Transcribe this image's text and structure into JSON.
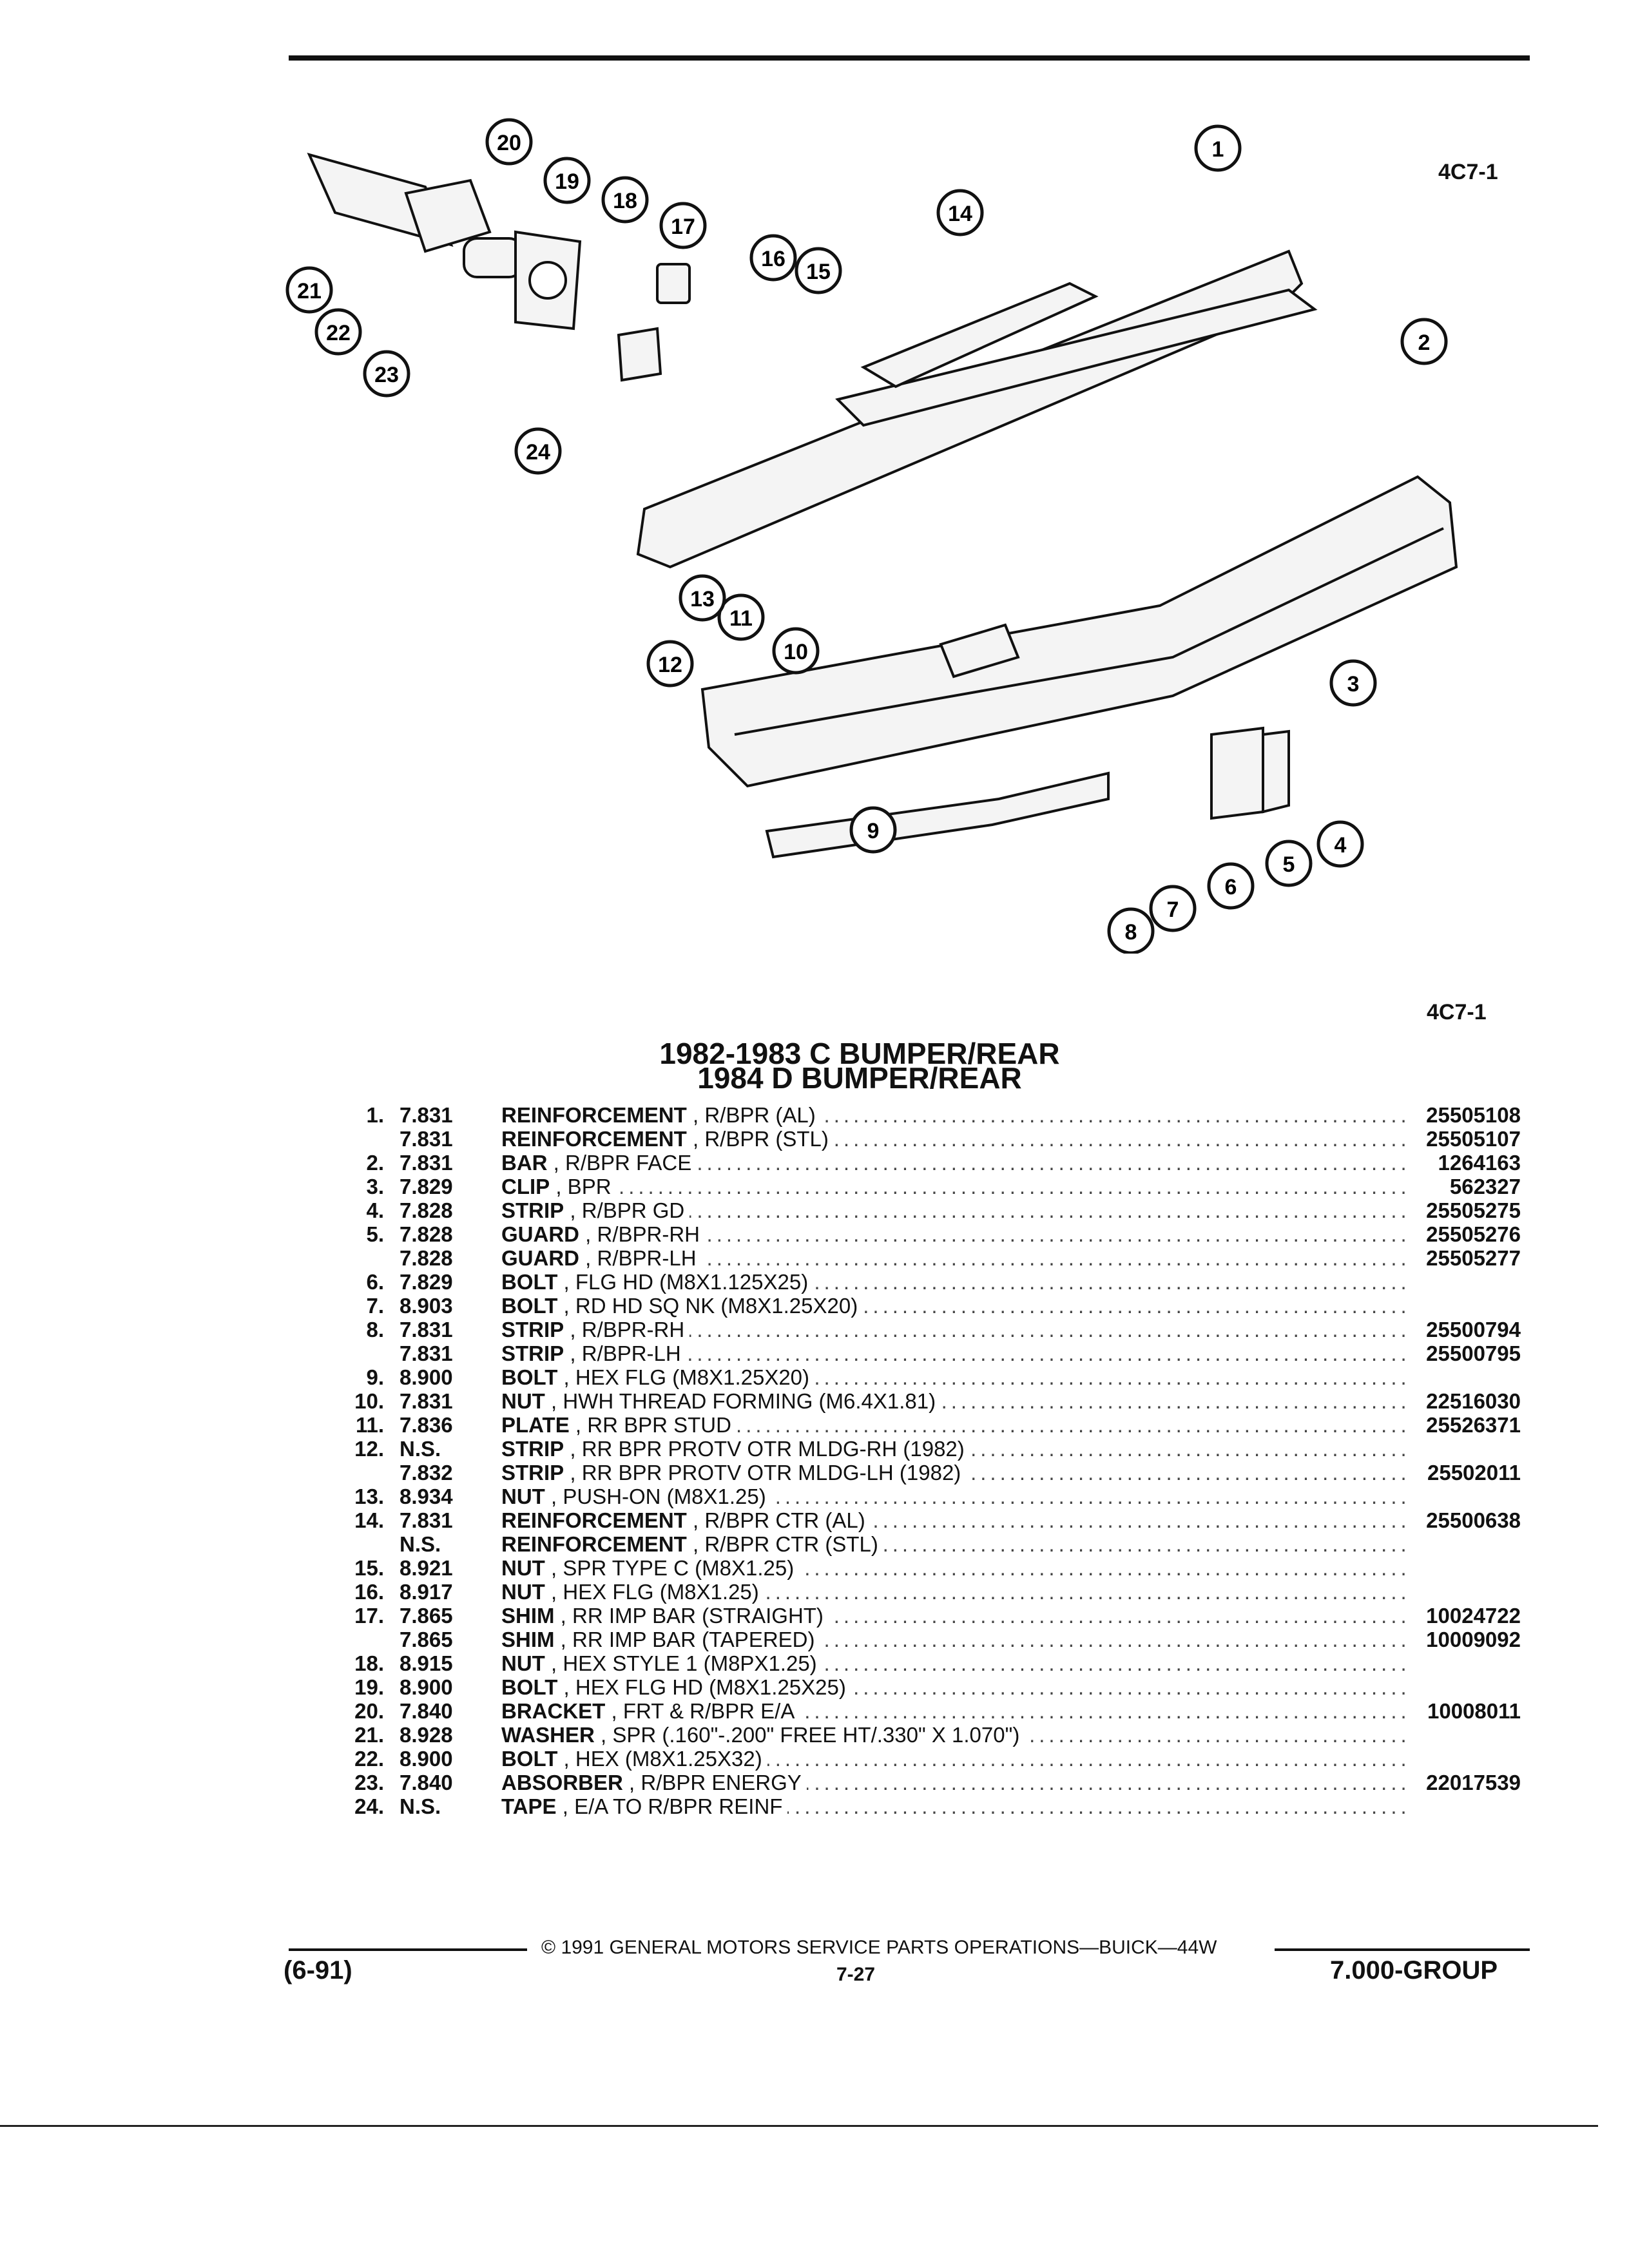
{
  "figure_code": "4C7-1",
  "title_lines": [
    "1982-1983 C BUMPER/REAR",
    "1984 D BUMPER/REAR"
  ],
  "callouts": [
    "1",
    "2",
    "3",
    "4",
    "5",
    "6",
    "7",
    "8",
    "9",
    "10",
    "11",
    "12",
    "13",
    "14",
    "15",
    "16",
    "17",
    "18",
    "19",
    "20",
    "21",
    "22",
    "23",
    "24"
  ],
  "parts": [
    {
      "ref": "1.",
      "group": "7.831",
      "name": "REINFORCEMENT",
      "desc": ", R/BPR (AL)",
      "part": "25505108"
    },
    {
      "ref": "",
      "group": "7.831",
      "name": "REINFORCEMENT",
      "desc": ", R/BPR (STL)",
      "part": "25505107"
    },
    {
      "ref": "2.",
      "group": "7.831",
      "name": "BAR",
      "desc": ", R/BPR FACE",
      "part": "1264163"
    },
    {
      "ref": "3.",
      "group": "7.829",
      "name": "CLIP",
      "desc": ", BPR",
      "part": "562327"
    },
    {
      "ref": "4.",
      "group": "7.828",
      "name": "STRIP",
      "desc": ", R/BPR GD",
      "part": "25505275"
    },
    {
      "ref": "5.",
      "group": "7.828",
      "name": "GUARD",
      "desc": ", R/BPR-RH",
      "part": "25505276"
    },
    {
      "ref": "",
      "group": "7.828",
      "name": "GUARD",
      "desc": ", R/BPR-LH",
      "part": "25505277"
    },
    {
      "ref": "6.",
      "group": "7.829",
      "name": "BOLT",
      "desc": ", FLG HD (M8X1.125X25)",
      "part": ""
    },
    {
      "ref": "7.",
      "group": "8.903",
      "name": "BOLT",
      "desc": ", RD HD SQ NK (M8X1.25X20)",
      "part": ""
    },
    {
      "ref": "8.",
      "group": "7.831",
      "name": "STRIP",
      "desc": ", R/BPR-RH",
      "part": "25500794"
    },
    {
      "ref": "",
      "group": "7.831",
      "name": "STRIP",
      "desc": ", R/BPR-LH",
      "part": "25500795"
    },
    {
      "ref": "9.",
      "group": "8.900",
      "name": "BOLT",
      "desc": ", HEX FLG (M8X1.25X20)",
      "part": ""
    },
    {
      "ref": "10.",
      "group": "7.831",
      "name": "NUT",
      "desc": ", HWH THREAD FORMING (M6.4X1.81)",
      "part": "22516030"
    },
    {
      "ref": "11.",
      "group": "7.836",
      "name": "PLATE",
      "desc": ", RR BPR STUD",
      "part": "25526371"
    },
    {
      "ref": "12.",
      "group": "N.S.",
      "name": "STRIP",
      "desc": ", RR BPR PROTV OTR MLDG-RH (1982)",
      "part": ""
    },
    {
      "ref": "",
      "group": "7.832",
      "name": "STRIP",
      "desc": ", RR BPR PROTV OTR MLDG-LH (1982)",
      "part": "25502011"
    },
    {
      "ref": "13.",
      "group": "8.934",
      "name": "NUT",
      "desc": ", PUSH-ON (M8X1.25)",
      "part": ""
    },
    {
      "ref": "14.",
      "group": "7.831",
      "name": "REINFORCEMENT",
      "desc": ", R/BPR CTR (AL)",
      "part": "25500638"
    },
    {
      "ref": "",
      "group": "N.S.",
      "name": "REINFORCEMENT",
      "desc": ", R/BPR CTR (STL)",
      "part": ""
    },
    {
      "ref": "15.",
      "group": "8.921",
      "name": "NUT",
      "desc": ", SPR TYPE C (M8X1.25)",
      "part": ""
    },
    {
      "ref": "16.",
      "group": "8.917",
      "name": "NUT",
      "desc": ", HEX FLG (M8X1.25)",
      "part": ""
    },
    {
      "ref": "17.",
      "group": "7.865",
      "name": "SHIM",
      "desc": ", RR IMP BAR (STRAIGHT)",
      "part": "10024722"
    },
    {
      "ref": "",
      "group": "7.865",
      "name": "SHIM",
      "desc": ", RR IMP BAR (TAPERED)",
      "part": "10009092"
    },
    {
      "ref": "18.",
      "group": "8.915",
      "name": "NUT",
      "desc": ", HEX STYLE 1 (M8PX1.25)",
      "part": ""
    },
    {
      "ref": "19.",
      "group": "8.900",
      "name": "BOLT",
      "desc": ", HEX FLG HD (M8X1.25X25)",
      "part": ""
    },
    {
      "ref": "20.",
      "group": "7.840",
      "name": "BRACKET",
      "desc": ", FRT & R/BPR E/A",
      "part": "10008011"
    },
    {
      "ref": "21.",
      "group": "8.928",
      "name": "WASHER",
      "desc": ", SPR (.160\"-.200\" FREE HT/.330\" X 1.070\")",
      "part": ""
    },
    {
      "ref": "22.",
      "group": "8.900",
      "name": "BOLT",
      "desc": ", HEX (M8X1.25X32)",
      "part": ""
    },
    {
      "ref": "23.",
      "group": "7.840",
      "name": "ABSORBER",
      "desc": ", R/BPR ENERGY",
      "part": "22017539"
    },
    {
      "ref": "24.",
      "group": "N.S.",
      "name": "TAPE",
      "desc": ", E/A TO R/BPR REINF",
      "part": ""
    }
  ],
  "footer": {
    "date": "(6-91)",
    "copyright": "© 1991 GENERAL MOTORS SERVICE PARTS OPERATIONS—BUICK—44W",
    "page": "7-27",
    "group": "7.000-GROUP"
  }
}
